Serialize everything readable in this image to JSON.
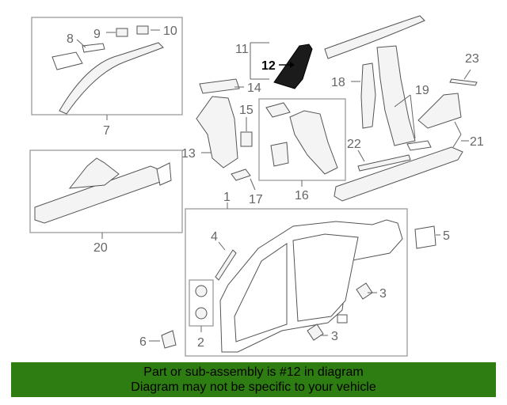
{
  "callouts": {
    "c1": "1",
    "c2": "2",
    "c3a": "3",
    "c3b": "3",
    "c4": "4",
    "c5": "5",
    "c6": "6",
    "c7": "7",
    "c8": "8",
    "c9": "9",
    "c10": "10",
    "c11": "11",
    "c12": "12",
    "c13": "13",
    "c14": "14",
    "c15": "15",
    "c16": "16",
    "c17": "17",
    "c18": "18",
    "c19": "19",
    "c20": "20",
    "c21": "21",
    "c22": "22",
    "c23": "23"
  },
  "highlight_part": "12",
  "colors": {
    "banner_bg": "#2e7d12",
    "highlight": "#111111",
    "lines": "#555555"
  },
  "banner": {
    "line1": "Part or sub-assembly is #12 in diagram",
    "line2": "Diagram may not be specific to your vehicle"
  }
}
